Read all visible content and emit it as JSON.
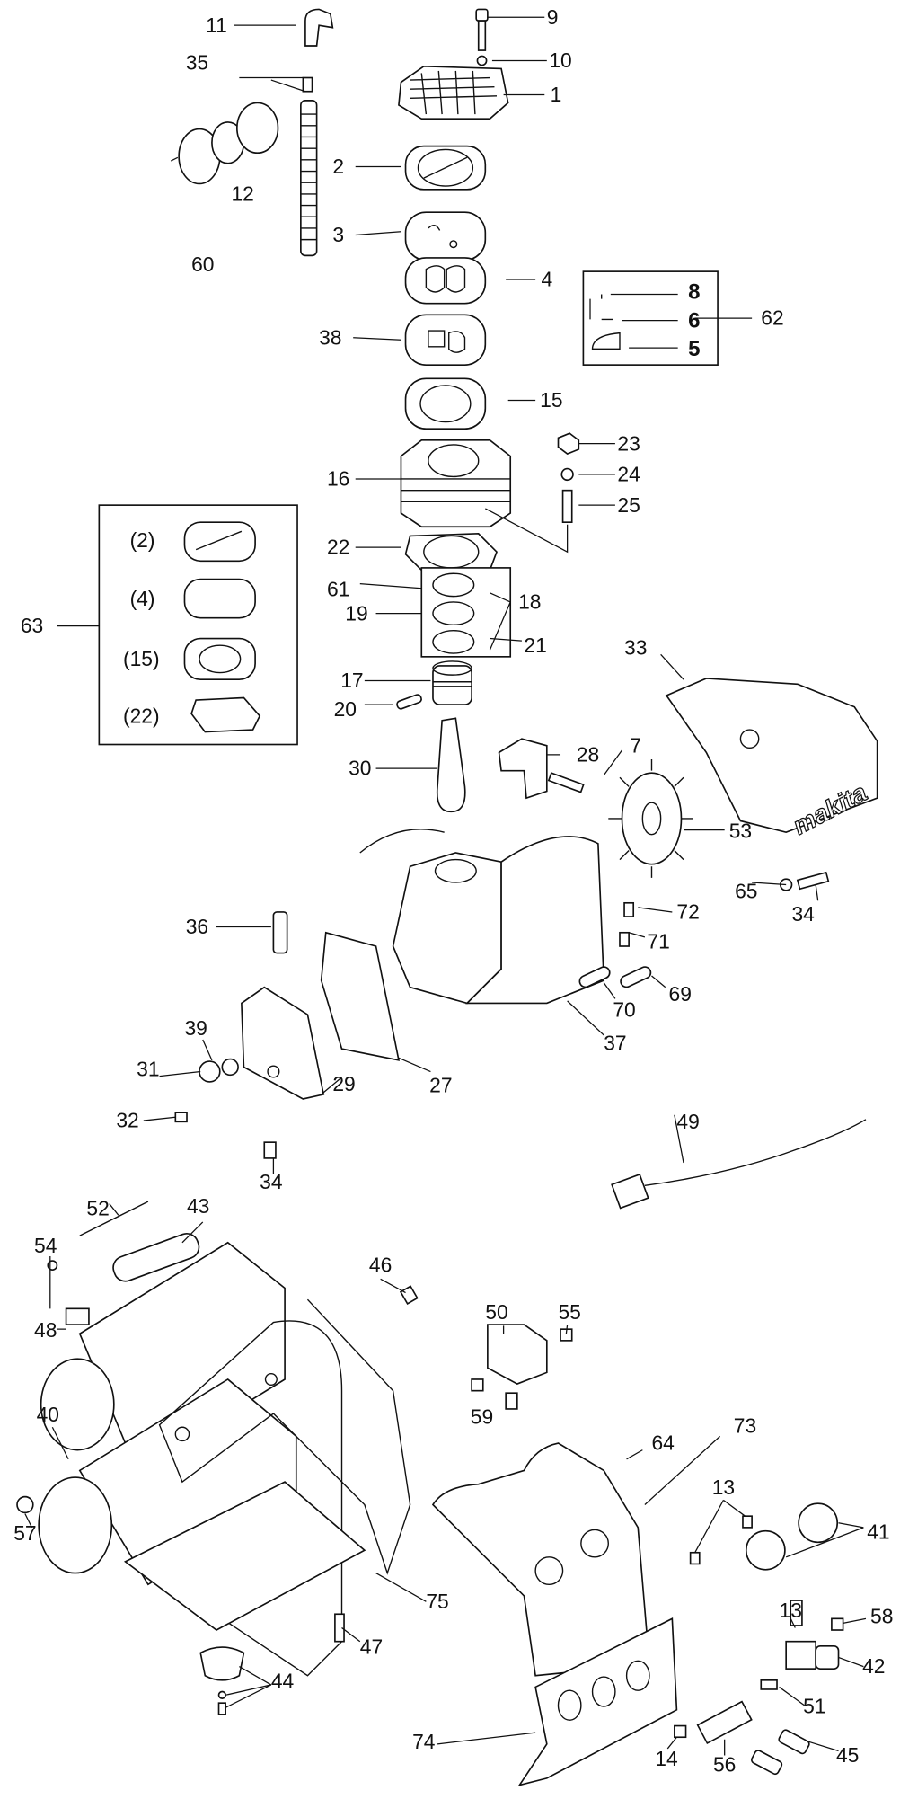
{
  "diagram": {
    "type": "exploded-parts-diagram",
    "brand_logo": "makita",
    "callouts": [
      "11",
      "9",
      "10",
      "35",
      "1",
      "2",
      "12",
      "3",
      "60",
      "4",
      "38",
      "15",
      "23",
      "16",
      "24",
      "25",
      "22",
      "61",
      "18",
      "19",
      "21",
      "33",
      "17",
      "20",
      "7",
      "28",
      "30",
      "53",
      "65",
      "34",
      "72",
      "71",
      "36",
      "69",
      "70",
      "37",
      "39",
      "31",
      "27",
      "29",
      "32",
      "34",
      "49",
      "52",
      "43",
      "54",
      "46",
      "50",
      "55",
      "48",
      "59",
      "64",
      "73",
      "40",
      "13",
      "41",
      "57",
      "75",
      "13",
      "58",
      "42",
      "47",
      "44",
      "51",
      "74",
      "14",
      "56",
      "45"
    ],
    "kit_62": {
      "label": "62",
      "items": [
        "8",
        "6",
        "5"
      ]
    },
    "kit_63": {
      "label": "63",
      "items": [
        "(2)",
        "(4)",
        "(15)",
        "(22)"
      ]
    }
  }
}
